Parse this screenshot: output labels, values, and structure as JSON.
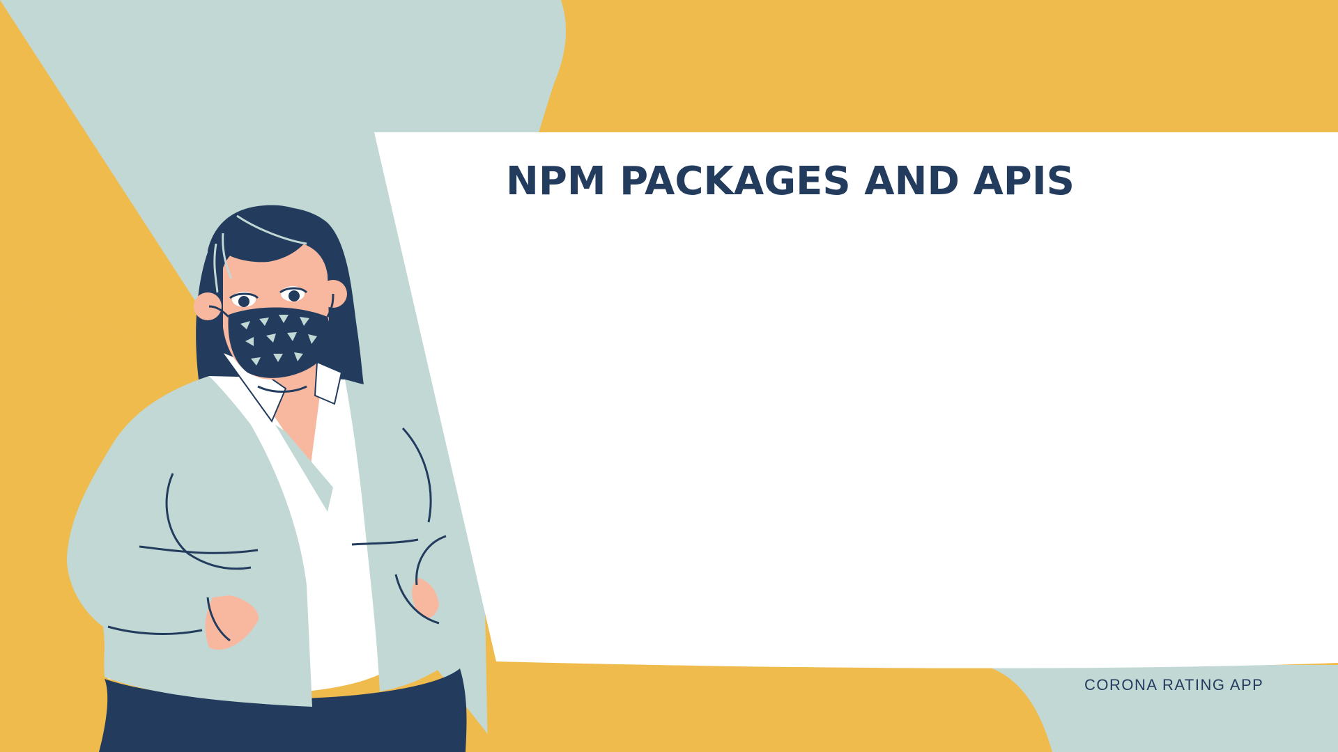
{
  "slide": {
    "title": "NPM PACKAGES AND APIS",
    "footer": "CORONA RATING APP"
  },
  "colors": {
    "background_yellow": "#EFBB4C",
    "background_mint": "#C2D8D5",
    "card_white": "#FFFFFF",
    "navy": "#233C5E",
    "skin": "#F8B8A0"
  },
  "illustration": {
    "subject": "woman-wearing-face-mask-illustration"
  }
}
